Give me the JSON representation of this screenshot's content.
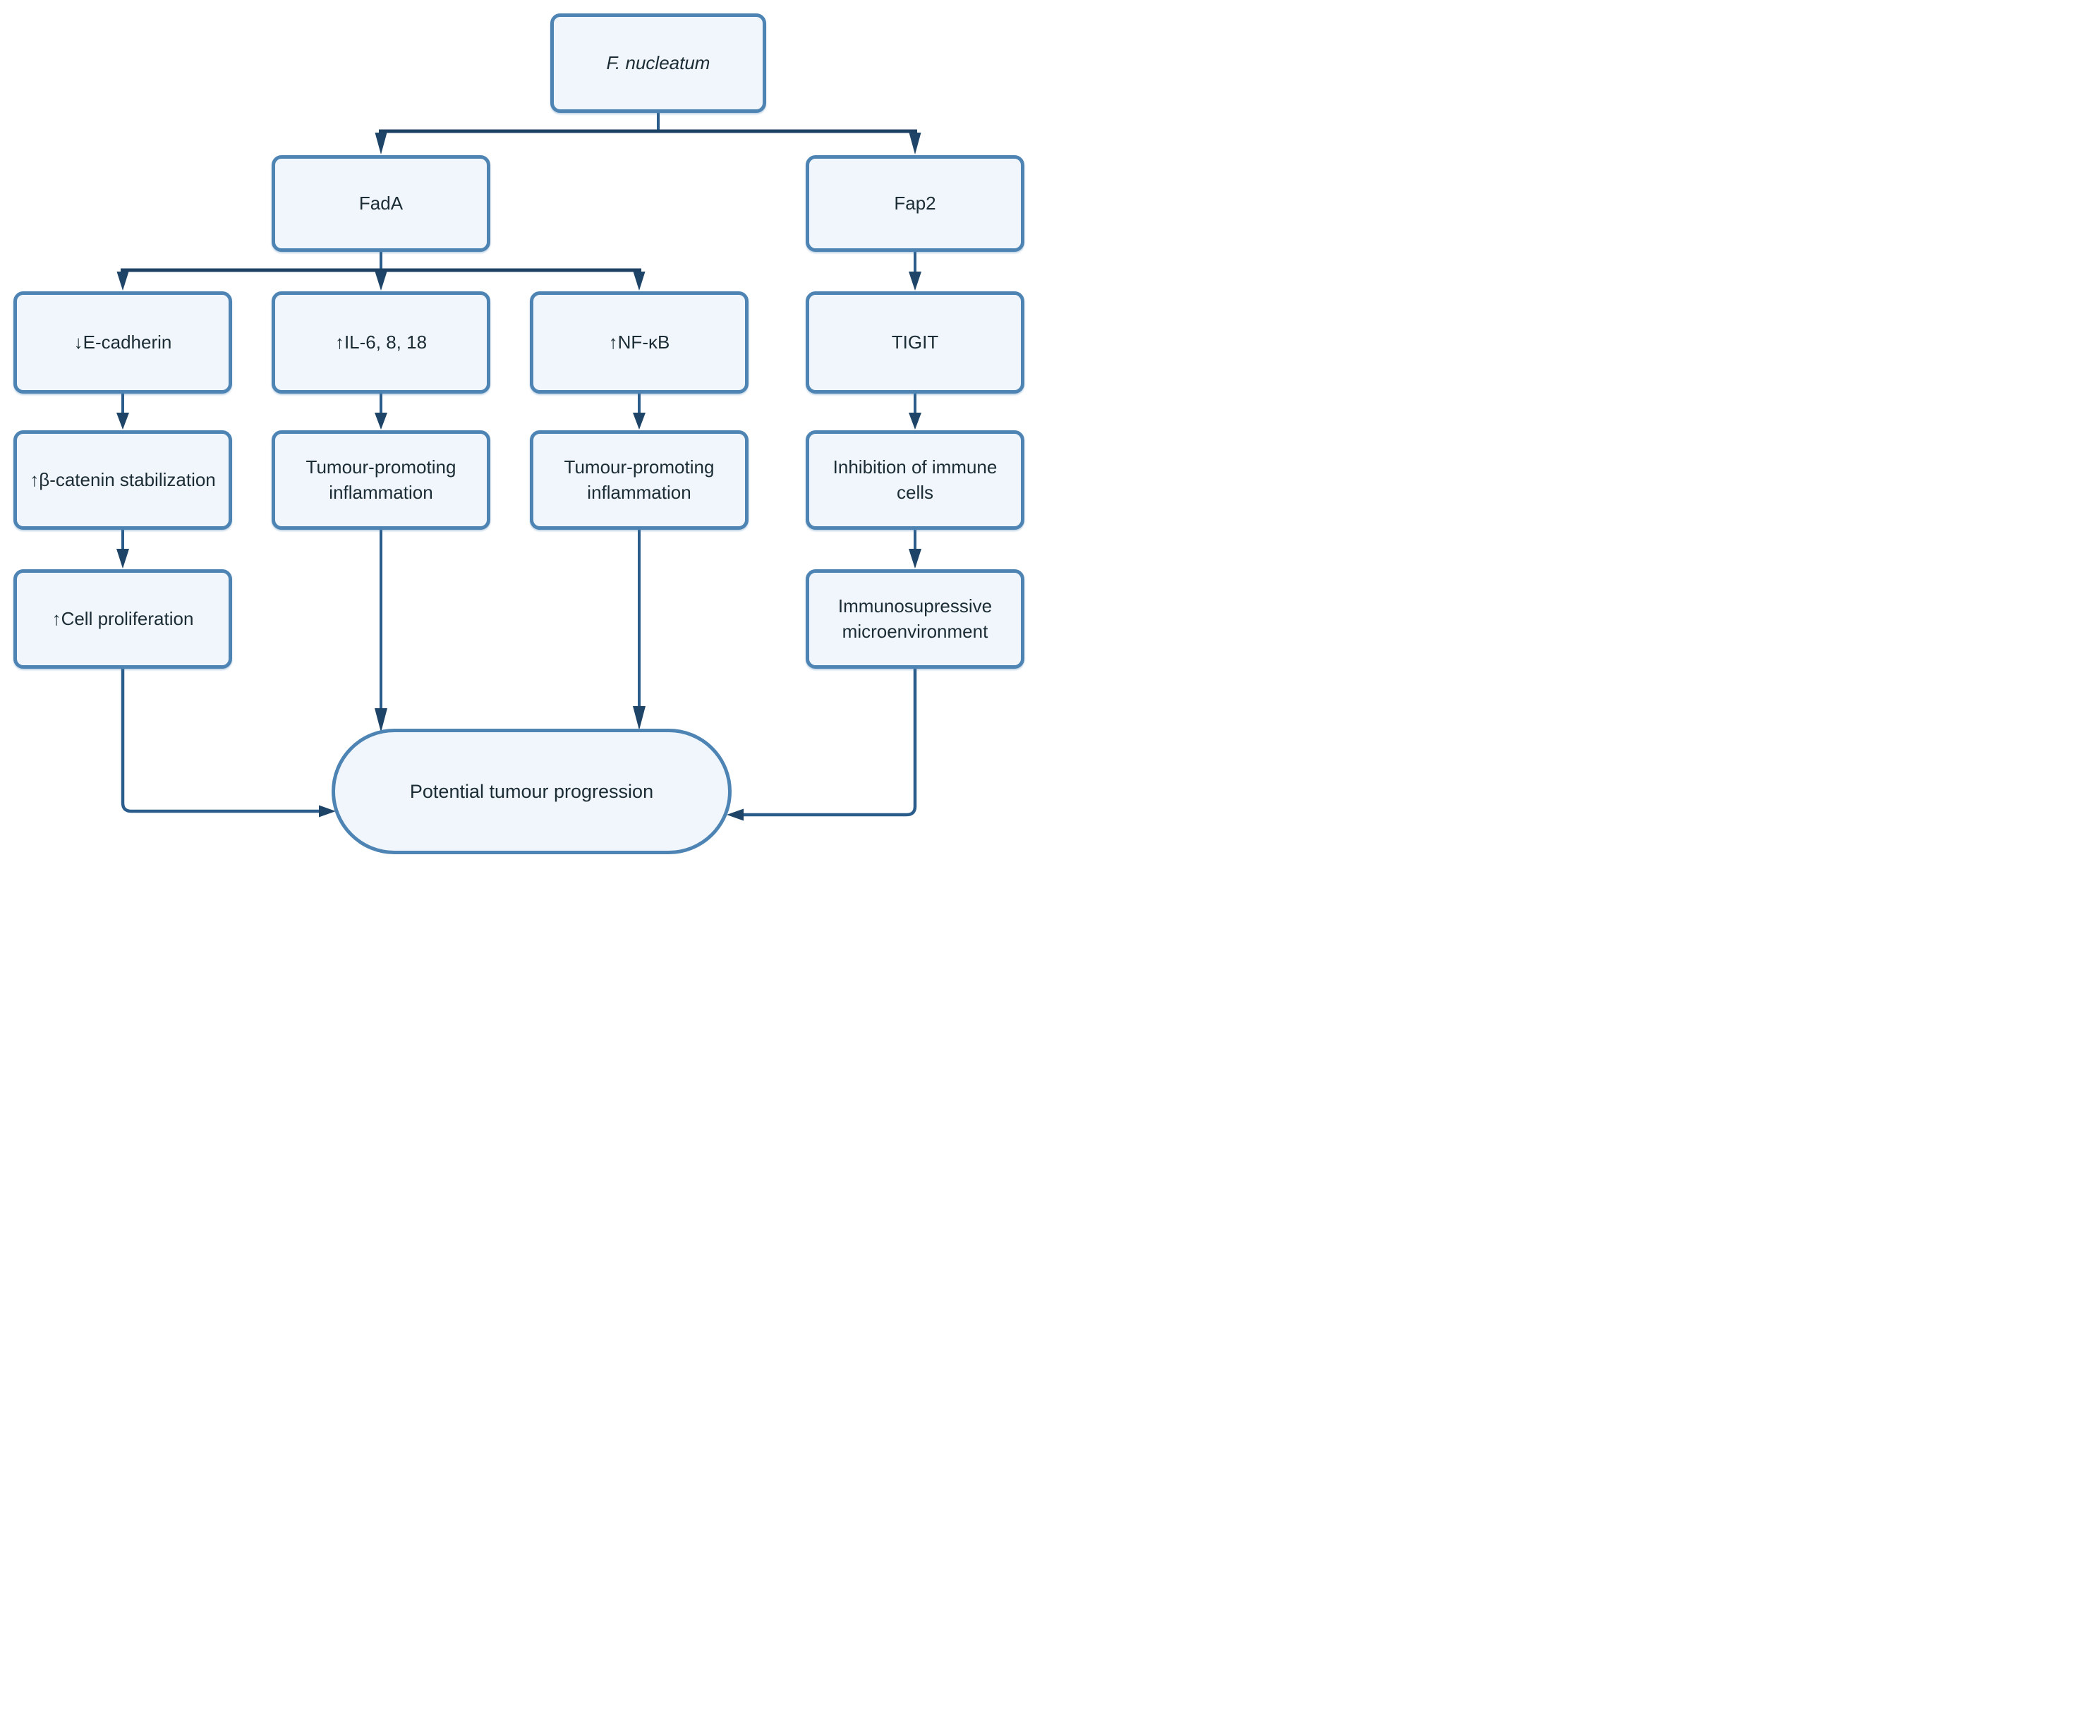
{
  "diagram": {
    "type": "flowchart",
    "colors": {
      "node_fill": "#f0f6fc",
      "node_border": "#4d84b4",
      "connector_stem": "#2b5d8c",
      "connector_dark": "#1d4163",
      "arrowhead": "#1e4568",
      "text_color": "#1c2c34"
    },
    "nodes": {
      "f_nucleatum": {
        "label": "F. nucleatum"
      },
      "fada": {
        "label": "FadA"
      },
      "fap2": {
        "label": "Fap2"
      },
      "e_cadherin": {
        "label": "↓E-cadherin"
      },
      "il": {
        "label": "↑IL-6, 8, 18"
      },
      "nfkb": {
        "label": "↑NF-κB"
      },
      "tigit": {
        "label": "TIGIT"
      },
      "b_catenin": {
        "label": "↑β-catenin stabilization"
      },
      "tpi_left": {
        "label": "Tumour-promoting inflammation"
      },
      "tpi_right": {
        "label": "Tumour-promoting inflammation"
      },
      "inhibition": {
        "label": "Inhibition of immune cells"
      },
      "cell_proliferation": {
        "label": "↑Cell proliferation"
      },
      "immunosupressive": {
        "label": "Immunosupressive microenvironment"
      },
      "outcome": {
        "label": "Potential tumour progression"
      }
    },
    "edges": [
      {
        "from": "f_nucleatum",
        "to": "fada"
      },
      {
        "from": "f_nucleatum",
        "to": "fap2"
      },
      {
        "from": "fada",
        "to": "e_cadherin"
      },
      {
        "from": "fada",
        "to": "il"
      },
      {
        "from": "fada",
        "to": "nfkb"
      },
      {
        "from": "fap2",
        "to": "tigit"
      },
      {
        "from": "e_cadherin",
        "to": "b_catenin"
      },
      {
        "from": "il",
        "to": "tpi_left"
      },
      {
        "from": "nfkb",
        "to": "tpi_right"
      },
      {
        "from": "tigit",
        "to": "inhibition"
      },
      {
        "from": "b_catenin",
        "to": "cell_proliferation"
      },
      {
        "from": "inhibition",
        "to": "immunosupressive"
      },
      {
        "from": "tpi_left",
        "to": "outcome"
      },
      {
        "from": "tpi_right",
        "to": "outcome"
      },
      {
        "from": "cell_proliferation",
        "to": "outcome"
      },
      {
        "from": "immunosupressive",
        "to": "outcome"
      }
    ]
  }
}
